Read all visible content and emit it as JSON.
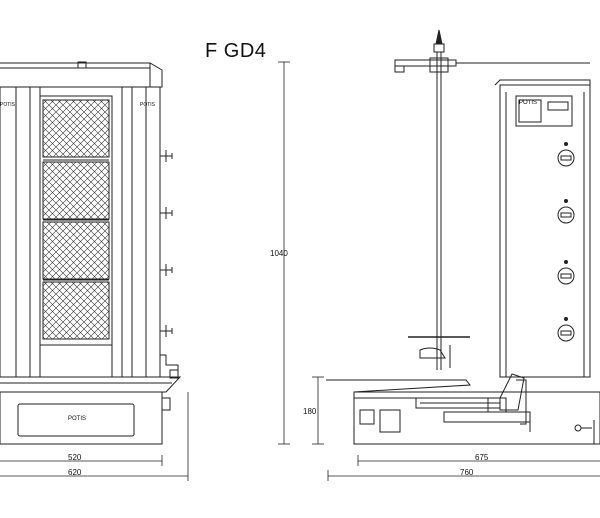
{
  "title": "F GD4",
  "brand": "POTIS",
  "dimensions": {
    "height": "1040",
    "base_height": "180",
    "front_inner_width": "520",
    "front_outer_width": "620",
    "side_inner_depth": "675",
    "side_outer_depth": "760"
  },
  "colors": {
    "line": "#222222",
    "background": "#ffffff"
  }
}
